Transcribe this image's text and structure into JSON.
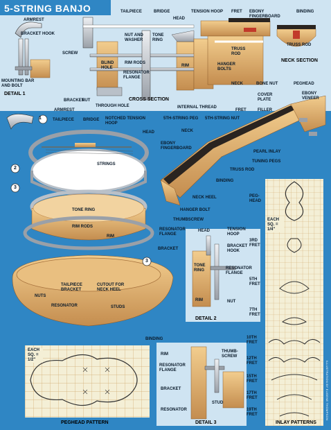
{
  "title": "5-STRING BANJO",
  "credit": "ILLUSTRATION BY EUGENE THOMPSON",
  "detail1": {
    "caption": "DETAIL 1",
    "labels": {
      "armrest": "ARMREST",
      "bracket_hook": "BRACKET HOOK",
      "mounting": "MOUNTING BAR AND BOLT"
    }
  },
  "cross_section": {
    "caption": "CROSS SECTION",
    "labels": {
      "tailpiece": "TAILPIECE",
      "bridge": "BRIDGE",
      "head": "HEAD",
      "screw": "SCREW",
      "nut_washer": "NUT AND WASHER",
      "tone_ring": "TONE RING",
      "blind_hole": "BLIND HOLE",
      "rim_rods": "RIM RODS",
      "resonator_flange": "RESONATOR FLANGE",
      "rim": "RIM",
      "hanger_bolts": "HANGER BOLTS",
      "bracket": "BRACKET",
      "nut": "NUT",
      "through_hole": "THROUGH HOLE",
      "internal_thread": "INTERNAL THREAD"
    }
  },
  "neck_top": {
    "labels": {
      "tension_hoop": "TENSION HOOP",
      "fret": "FRET",
      "ebony_fingerboard": "EBONY FINGERBOARD",
      "truss_rod": "TRUSS ROD",
      "neck": "NECK"
    }
  },
  "neck_section": {
    "caption": "NECK SECTION",
    "labels": {
      "binding": "BINDING",
      "truss_rod": "TRUSS ROD"
    }
  },
  "exploded": {
    "numbers": [
      "1",
      "2",
      "3"
    ],
    "labels": {
      "armrest": "ARMREST",
      "tailpiece": "TAILPIECE",
      "bridge": "BRIDGE",
      "notched_hoop": "NOTCHED TENSION HOOP",
      "head": "HEAD",
      "strings": "STRINGS",
      "tone_ring": "TONE RING",
      "rim_rods": "RIM RODS",
      "rim": "RIM",
      "tailpiece_bracket": "TAILPIECE BRACKET",
      "nuts": "NUTS",
      "resonator": "RESONATOR",
      "cutout": "CUTOUT FOR NECK HEEL",
      "studs": "STUDS",
      "binding": "BINDING",
      "neck_heel": "NECK HEEL",
      "hanger_bolt": "HANGER BOLT",
      "thumbscrew": "THUMBSCREW",
      "resonator_flange": "RESONATOR FLANGE",
      "bracket": "BRACKET"
    }
  },
  "neck": {
    "labels": {
      "fifth_peg": "5TH-STRING PEG",
      "fifth_nut": "5TH-STRING NUT",
      "fret": "FRET",
      "neck": "NECK",
      "ebony_fb": "EBONY FINGERBOARD",
      "binding": "BINDING",
      "truss_rod": "TRUSS ROD",
      "bone_nut": "BONE NUT",
      "cover_plate": "COVER PLATE",
      "filler": "FILLER",
      "peghead": "PEGHEAD",
      "ebony_veneer": "EBONY VENEER",
      "pearl_inlay": "PEARL INLAY",
      "tuning_pegs": "TUNING PEGS"
    }
  },
  "detail2": {
    "caption": "DETAIL 2",
    "labels": {
      "head": "HEAD",
      "tension_hoop": "TENSION HOOP",
      "bracket_hook": "BRACKET HOOK",
      "resonator_flange": "RESONATOR FLANGE",
      "tone_ring": "TONE RING",
      "rim": "RIM",
      "nut": "NUT"
    }
  },
  "detail3": {
    "caption": "DETAIL 3",
    "labels": {
      "rim": "RIM",
      "thumbscrew": "THUMB-SCREW",
      "resonator_flange": "RESONATOR FLANGE",
      "bracket": "BRACKET",
      "stud": "STUD",
      "resonator": "RESONATOR"
    }
  },
  "peghead_pattern": {
    "caption": "PEGHEAD PATTERN",
    "scale": "EACH SQ. = 1/2\""
  },
  "inlay_patterns": {
    "caption": "INLAY PATTERNS",
    "scale": "EACH SQ. = 1/4\"",
    "peghead": "PEG-HEAD",
    "frets": [
      "3RD FRET",
      "5TH FRET",
      "7TH FRET",
      "10TH FRET",
      "12TH FRET",
      "15TH FRET",
      "17TH FRET",
      "19TH FRET"
    ]
  },
  "colors": {
    "background": "#2f86c4",
    "wood": "#e3b877",
    "wood_dark": "#b9864a",
    "metal": "#c9ccd2",
    "ebony": "#2a2420",
    "grid_bg": "#f4efd6",
    "grid_line": "#d0a76b",
    "panel_bg": "#cfe4f2"
  }
}
